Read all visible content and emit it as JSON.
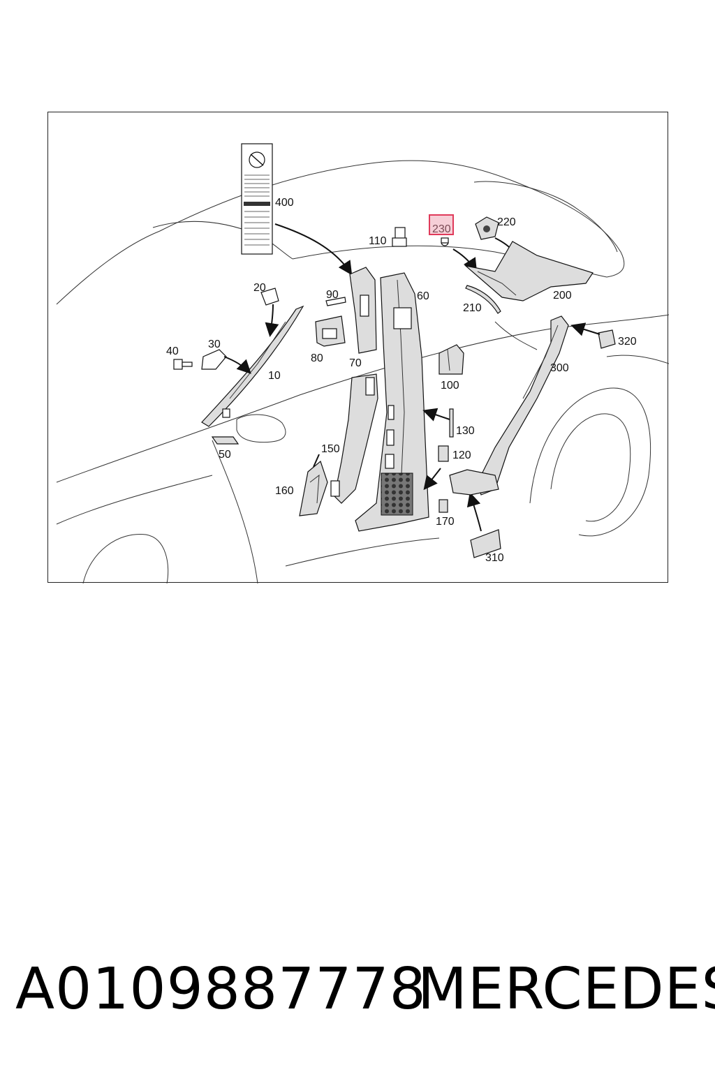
{
  "diagram": {
    "labels": {
      "l400": "400",
      "l220": "220",
      "l230": "230",
      "l110": "110",
      "l60": "60",
      "l200": "200",
      "l210": "210",
      "l20": "20",
      "l90": "90",
      "l320": "320",
      "l40": "40",
      "l30": "30",
      "l80": "80",
      "l70": "70",
      "l10": "10",
      "l100": "100",
      "l300": "300",
      "l130": "130",
      "l150": "150",
      "l120": "120",
      "l50": "50",
      "l160": "160",
      "l170": "170",
      "l310": "310"
    },
    "highlighted_callout": "230",
    "highlight_color": "#e03a5a"
  },
  "footer": {
    "part_number": "A0109887778",
    "brand": "MERCEDES"
  }
}
